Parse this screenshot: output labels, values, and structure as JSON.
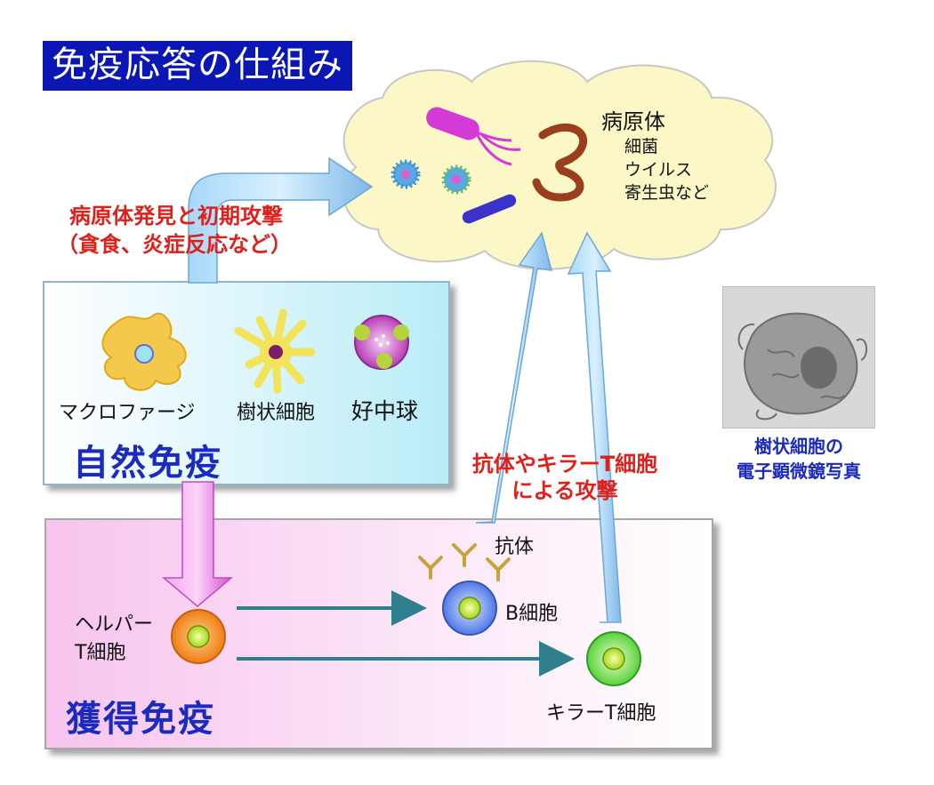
{
  "title": "免疫応答の仕組み",
  "pathogens": {
    "heading": "病原体",
    "items": [
      "細菌",
      "ウイルス",
      "寄生虫など"
    ]
  },
  "innate": {
    "label": "自然免疫",
    "cells": [
      "マクロファージ",
      "樹状細胞",
      "好中球"
    ],
    "action_line1": "病原体発見と初期攻撃",
    "action_line2": "（貪食、炎症反応など）"
  },
  "adaptive": {
    "label": "獲得免疫",
    "helper_line1": "ヘルパー",
    "helper_line2": "T細胞",
    "b_cell": "B細胞",
    "antibody": "抗体",
    "killer": "キラーT細胞",
    "attack_line1": "抗体やキラーT細胞",
    "attack_line2": "による攻撃"
  },
  "photo_caption": {
    "line1": "樹状細胞の",
    "line2": "電子顕微鏡写真"
  },
  "colors": {
    "title_bg": "#0b17b5",
    "accent_red": "#e0201b",
    "label_blue": "#1a2bbd",
    "arrow_blue": "#8ec8ef",
    "arrow_pink": "#e57ae0",
    "arrow_teal": "#2f7f8e",
    "cloud": "#fbf7c6"
  }
}
